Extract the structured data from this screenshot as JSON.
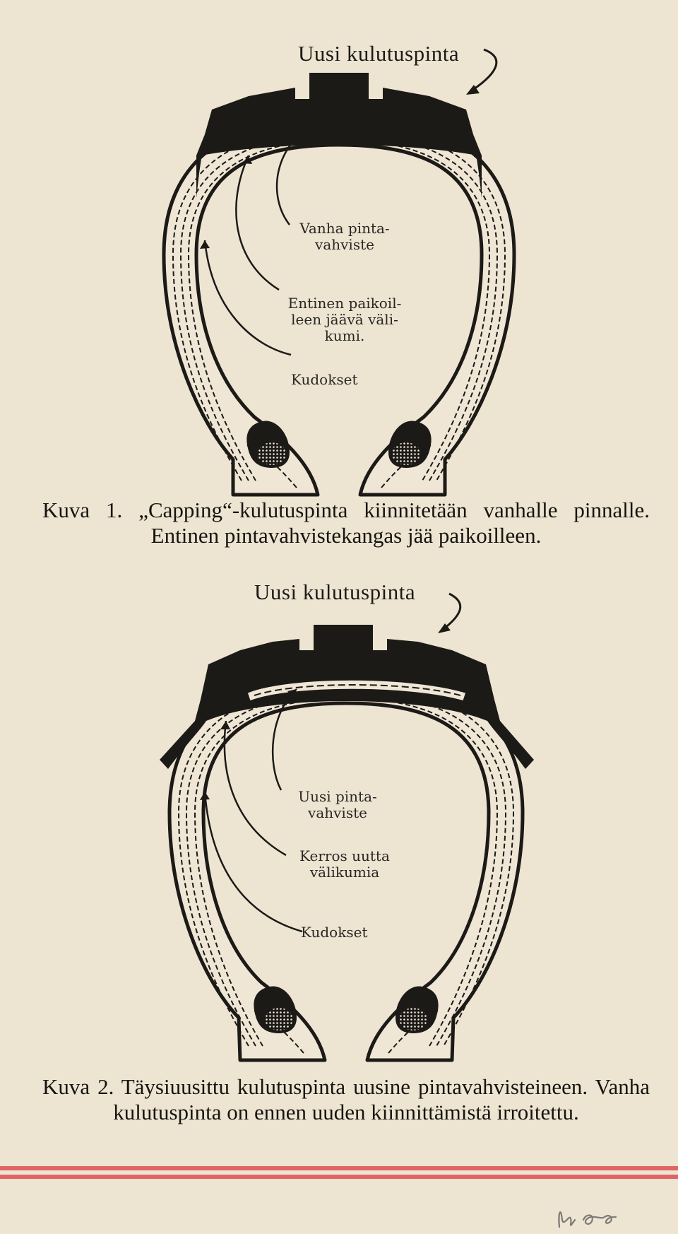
{
  "figure1": {
    "new_tread_label": "Uusi kulutuspinta",
    "callouts": [
      "Vanha pinta-\nvahviste",
      "Entinen paikoil-\nleen jäävä väli-\nkumi.",
      "Kudokset"
    ],
    "caption": "Kuva 1. „Capping“-kulutuspinta kiinnitetään vanhalle pinnalle. Entinen pintavahvistekangas jää paikoilleen."
  },
  "figure2": {
    "new_tread_label": "Uusi kulutuspinta",
    "callouts": [
      "Uusi pinta-\nvahviste",
      "Kerros uutta\nvälikumia",
      "Kudokset"
    ],
    "caption": "Kuva 2. Täysiuusittu kulutuspinta uusine pintavahvisteineen. Vanha kulutuspinta on ennen uuden kiinnittämistä irroitettu."
  },
  "colors": {
    "paper": "#ede4d2",
    "ink": "#1c1a17",
    "rule": "#e06464"
  }
}
